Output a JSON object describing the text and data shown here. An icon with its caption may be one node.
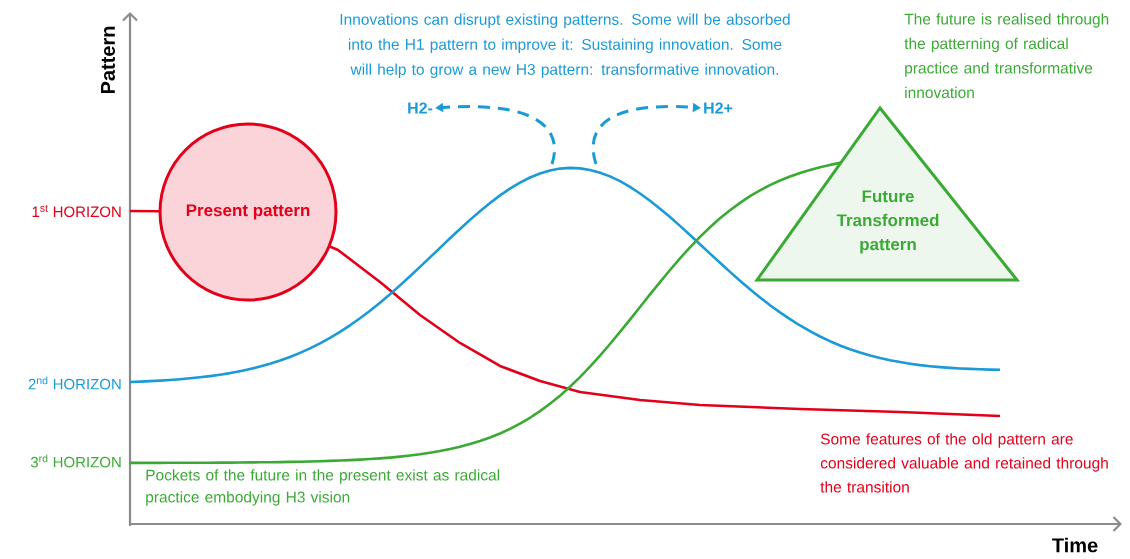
{
  "diagram": {
    "nodes": [
      {
        "text": [
          "Present pattern"
        ]
      },
      {
        "text": [
          "Future Transformed pattern"
        ]
      },
      {
        "text": [
          "H2-"
        ]
      },
      {
        "text": [
          "H2+"
        ]
      }
    ],
    "edges": [
      {
        "from": null,
        "to": 2,
        "arrow": "to",
        "style": "dashed"
      },
      {
        "from": null,
        "to": 3,
        "arrow": "to",
        "style": "dashed"
      }
    ],
    "labels": [
      "Pattern",
      "Innovations can disrupt existing patterns. Some will be absorbed into the H1 pattern to improve it: Sustaining innovation. Some will help to grow a new H3 pattern: transformative innovation.",
      "The future is realised through the patterning of radical practice and transformative innovation",
      "1$^{st}$ HORIZON",
      "2$^{nd}$ HORIZON",
      "3$^{rd}$ HORIZON",
      "Some features of the old pattern are considered valuable and retained through the transition",
      "Pockets of the future in the present exist as radical practice embodying H3 vision",
      "Time"
    ]
  }
}
